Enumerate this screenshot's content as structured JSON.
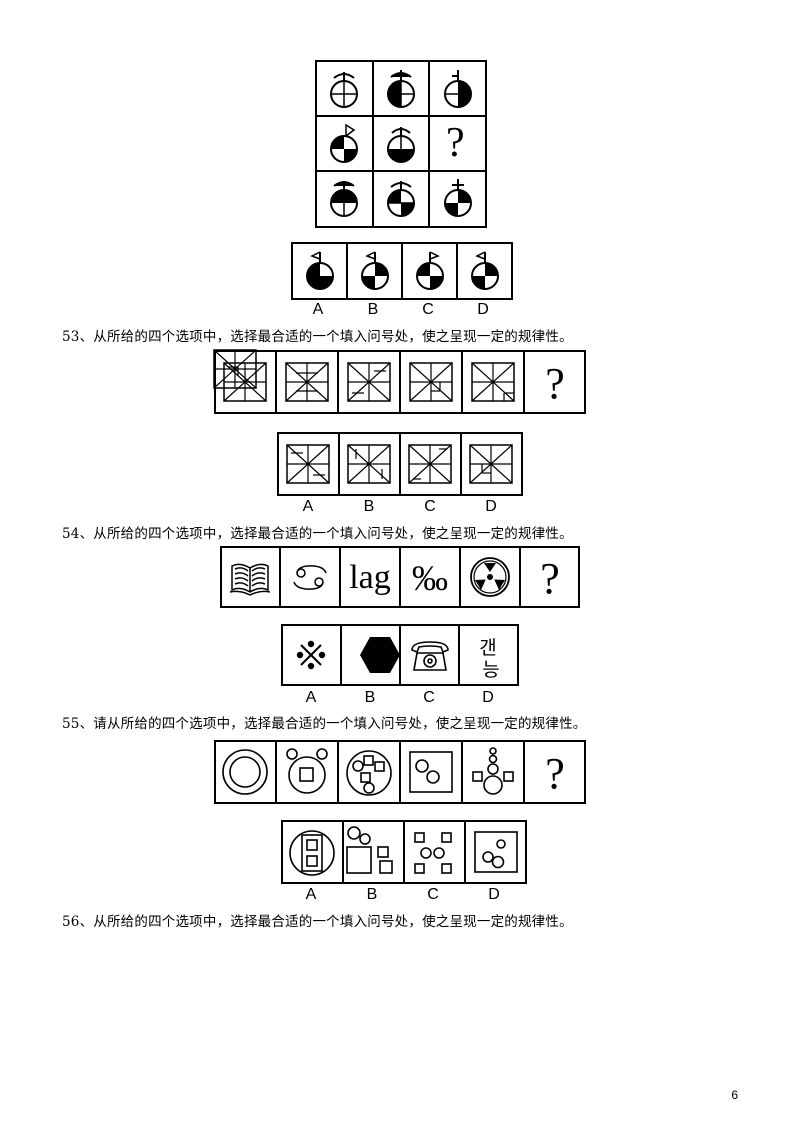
{
  "questions": [
    {
      "number": "53",
      "text": "53、从所给的四个选项中，选择最合适的一个填入问号处，使之呈现一定的规律性。"
    },
    {
      "number": "54",
      "text": "54、从所给的四个选项中，选择最合适的一个填入问号处，使之呈现一定的规律性。"
    },
    {
      "number": "55",
      "text": "55、请从所给的四个选项中，选择最合适的一个填入问号处，使之呈现一定的规律性。"
    },
    {
      "number": "56",
      "text": "56、从所给的四个选项中，选择最合适的一个填入问号处，使之呈现一定的规律性。"
    }
  ],
  "question_mark": "?",
  "option_labels": [
    "A",
    "B",
    "C",
    "D"
  ],
  "text_glyphs": {
    "lag": "lag",
    "permille": "‰",
    "korean_top": "갠",
    "korean_bottom": "능"
  },
  "page_number": "6"
}
